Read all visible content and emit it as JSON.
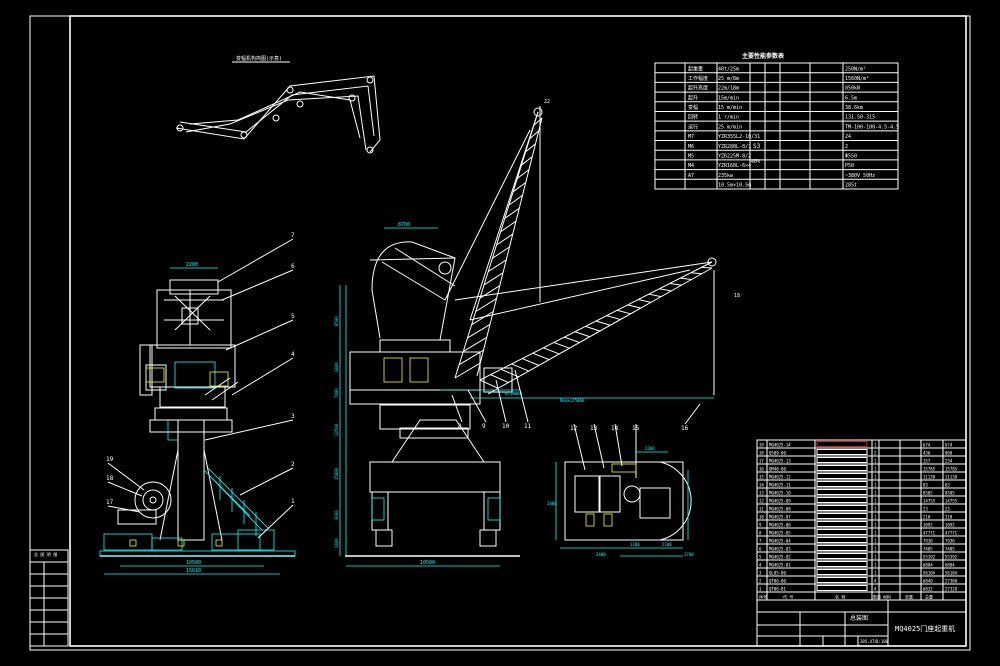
{
  "title_block": {
    "drawing_title": "MQ4025门座起重机",
    "part_label": "总装图",
    "scale_text": "1:100",
    "weight_text": "285.474"
  },
  "params_table": {
    "header": "主要性能参数表",
    "left_cells": [
      [
        "起重量",
        "40t/25m"
      ],
      [
        "工作幅度",
        "25 m/8m"
      ],
      [
        "起升高度",
        "22m/18m"
      ],
      [
        "起升",
        "15m/min"
      ],
      [
        "变幅",
        "15 m/min"
      ],
      [
        "回转",
        "1 r/min"
      ],
      [
        "运行",
        "25 m/min"
      ],
      [
        "M7",
        "YZR355L2-10/31"
      ],
      [
        "M6",
        "YZR280L-8/1"
      ],
      [
        "M5",
        "YZR225M-8/2"
      ],
      [
        "M4",
        "YZR160L-6×4"
      ],
      [
        "A7",
        "235kw"
      ],
      [
        "",
        "10.5m×10.5m"
      ]
    ],
    "right_cells": [
      [
        "",
        "250N/m²"
      ],
      [
        "",
        "1560N/m²"
      ],
      [
        "",
        "850kN"
      ],
      [
        "",
        "6.5m"
      ],
      [
        "",
        "38.6km"
      ],
      [
        "",
        "131.50-315"
      ],
      [
        "",
        "TM-100-100-4.5-4.5"
      ],
      [
        "",
        "24"
      ],
      [
        "",
        "2"
      ],
      [
        "",
        "Φ550"
      ],
      [
        "",
        "P50"
      ],
      [
        "",
        "~380V 50Hz"
      ],
      [
        "",
        "285t"
      ]
    ],
    "mid_labels": [
      "S3",
      "40%"
    ]
  },
  "side_table": {
    "rows": [
      "总 图 明 细",
      "",
      "",
      "",
      "",
      "",
      "",
      ""
    ]
  },
  "parts_list": {
    "rows": [
      [
        "19",
        "MQ4025-14",
        "",
        "1",
        "",
        "674",
        "674"
      ],
      [
        "18",
        "QS09-00",
        "",
        "2",
        "",
        "436",
        "860"
      ],
      [
        "17",
        "MQ4025-13",
        "",
        "1",
        "",
        "157",
        "234"
      ],
      [
        "16",
        "QM40-00",
        "",
        "1",
        "",
        "15785",
        "15785"
      ],
      [
        "15",
        "MQ4025-12",
        "",
        "1",
        "",
        "11138",
        "11138"
      ],
      [
        "14",
        "MQ4025-11",
        "",
        "1",
        "",
        "83",
        "83"
      ],
      [
        "13",
        "MQ4025-10",
        "",
        "1",
        "",
        "8505",
        "8505"
      ],
      [
        "12",
        "MQ4025-09",
        "",
        "1",
        "",
        "14755",
        "14755"
      ],
      [
        "11",
        "MQ4025-08",
        "",
        "1",
        "",
        "23",
        "23"
      ],
      [
        "10",
        "MQ4025-07",
        "",
        "1",
        "",
        "210",
        "210"
      ],
      [
        "9",
        "MQ4025-06",
        "",
        "1",
        "",
        "1092",
        "1092"
      ],
      [
        "8",
        "MQ4025-05",
        "",
        "1",
        "",
        "47771",
        "47771"
      ],
      [
        "7",
        "MQ4025-04",
        "",
        "1",
        "",
        "7930",
        "7930"
      ],
      [
        "6",
        "MQ4025-03",
        "",
        "1",
        "",
        "7485",
        "7485"
      ],
      [
        "5",
        "MQ4025-02",
        "",
        "1",
        "",
        "55392",
        "55392"
      ],
      [
        "4",
        "MQ4025-01",
        "",
        "1",
        "",
        "6804",
        "6804"
      ],
      [
        "3",
        "QL05-00",
        "",
        "1",
        "",
        "56104",
        "56104"
      ],
      [
        "2",
        "QT06-00",
        "",
        "4",
        "",
        "6840",
        "27360"
      ],
      [
        "1",
        "QT06-01",
        "",
        "4",
        "",
        "6832",
        "27328"
      ]
    ],
    "header": [
      "序号",
      "代 号",
      "名 称",
      "数量",
      "材料",
      "单重",
      "总重"
    ]
  },
  "callouts": {
    "front": [
      "1",
      "2",
      "3",
      "4",
      "5",
      "6",
      "7",
      "17",
      "18",
      "19"
    ],
    "side": [
      "8",
      "9",
      "10",
      "11",
      "12",
      "13",
      "14",
      "15",
      "16"
    ]
  },
  "dimensions": {
    "front_top": "2200",
    "front_bottom_a": "10500",
    "front_bottom_b": "15610",
    "side_bottom": "10500",
    "side_top": "8700",
    "radius_text": "R=10000",
    "radius_max_text": "Rmax=25000",
    "plan_a": "2200",
    "plan_b": "2100",
    "plan_c": "2400",
    "plan_d": "1700",
    "plan_e": "1100",
    "plan_f": "2800",
    "elev_labels": [
      "8500",
      "3400",
      "7400",
      "13500",
      "15800",
      "3000",
      "1400"
    ],
    "mark_top": "22",
    "mark_right": "18"
  },
  "boom_inset_label": "变幅机构简图(示意)"
}
